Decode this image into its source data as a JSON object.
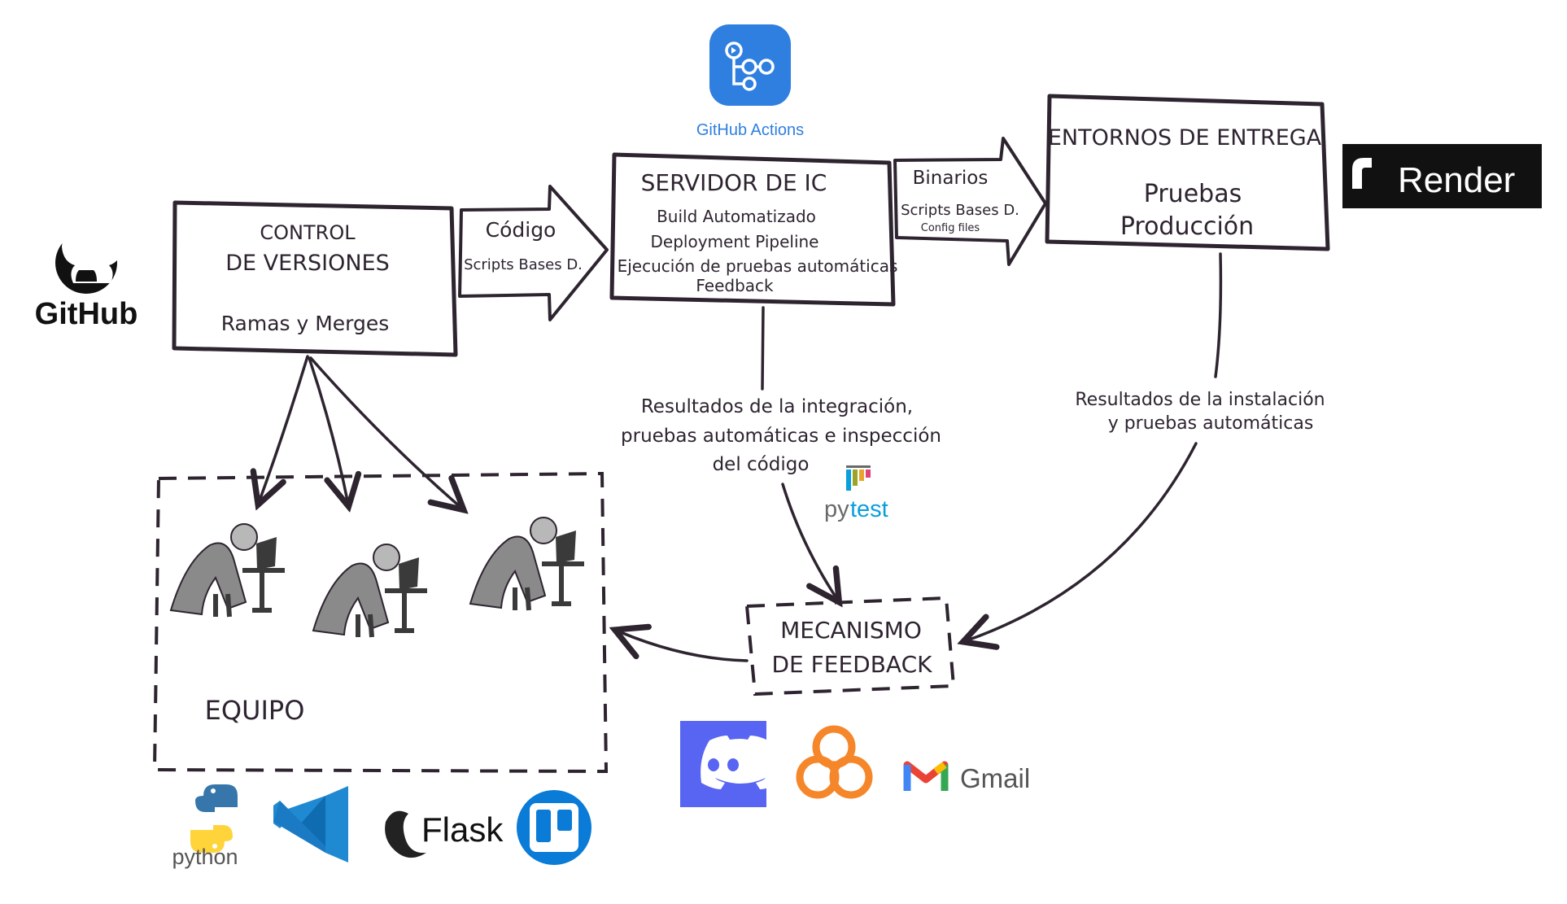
{
  "logos": {
    "github": "GitHub",
    "github_actions": "GitHub Actions",
    "render": "Render",
    "pytest_py": "py",
    "pytest_test": "test",
    "python": "python",
    "flask": "Flask",
    "gmail": "Gmail"
  },
  "nodes": {
    "control": {
      "line1": "CONTROL",
      "line2": "DE VERSIONES",
      "line3": "Ramas y Merges"
    },
    "arrow_codigo": {
      "line1": "Código",
      "line2": "Scripts Bases D."
    },
    "servidor": {
      "title": "SERVIDOR DE IC",
      "line1": "Build Automatizado",
      "line2": "Deployment Pipeline",
      "line3": "Ejecución de pruebas automáticas",
      "line4": "Feedback"
    },
    "arrow_binarios": {
      "line1": "Binarios",
      "line2": "Scripts Bases D.",
      "line3": "Config files"
    },
    "entornos": {
      "title": "ENTORNOS DE ENTREGA",
      "line1": "Pruebas",
      "line2": "Producción"
    },
    "equipo": {
      "label": "EQUIPO"
    },
    "feedback": {
      "line1": "MECANISMO",
      "line2": "DE FEEDBACK"
    }
  },
  "labels": {
    "resultados_integracion_1": "Resultados de la integración,",
    "resultados_integracion_2": "pruebas automáticas e inspección",
    "resultados_integracion_3": "del código",
    "resultados_instalacion_1": "Resultados de la instalación",
    "resultados_instalacion_2": "y pruebas automáticas"
  },
  "colors": {
    "ink": "#2e2430",
    "github_actions_blue": "#2f7fe0",
    "render_bg": "#111111",
    "discord": "#5865f2",
    "orange_cloud": "#f5862a",
    "pytest_blue": "#0a9edc",
    "trello": "#0a7bd6",
    "vscode": "#1f8ad2"
  },
  "icons": [
    "github-icon",
    "github-actions-icon",
    "render-icon",
    "pytest-icon",
    "python-icon",
    "vscode-icon",
    "flask-icon",
    "trello-icon",
    "discord-icon",
    "cloud-icon",
    "gmail-icon",
    "developer-figure-icon"
  ]
}
